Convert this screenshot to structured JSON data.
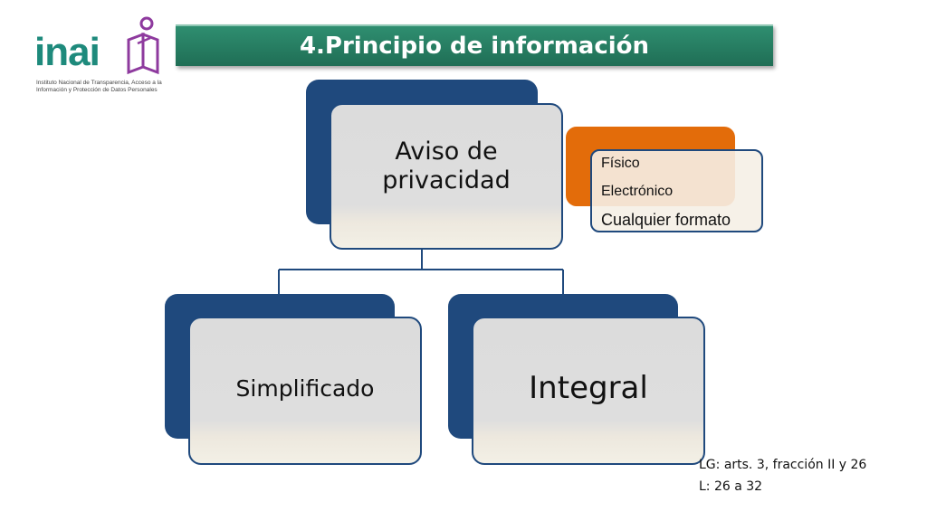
{
  "logo": {
    "name": "inai",
    "tagline": "Instituto Nacional de Transparencia, Acceso a la Información y Protección de Datos Personales"
  },
  "title": "4.Principio de información",
  "diagram": {
    "root": "Aviso de privacidad",
    "children": [
      "Simplificado",
      "Integral"
    ],
    "formats": [
      "Físico",
      "Electrónico",
      "Cualquier formato"
    ]
  },
  "footer": {
    "line1": "LG: arts. 3, fracción II y 26",
    "line2": "L: 26 a 32"
  },
  "colors": {
    "navy": "#1f497d",
    "orange": "#e36c0a",
    "teal": "#2f8e70",
    "logo_teal": "#1e8a7c",
    "logo_purple": "#8e3a9e"
  }
}
